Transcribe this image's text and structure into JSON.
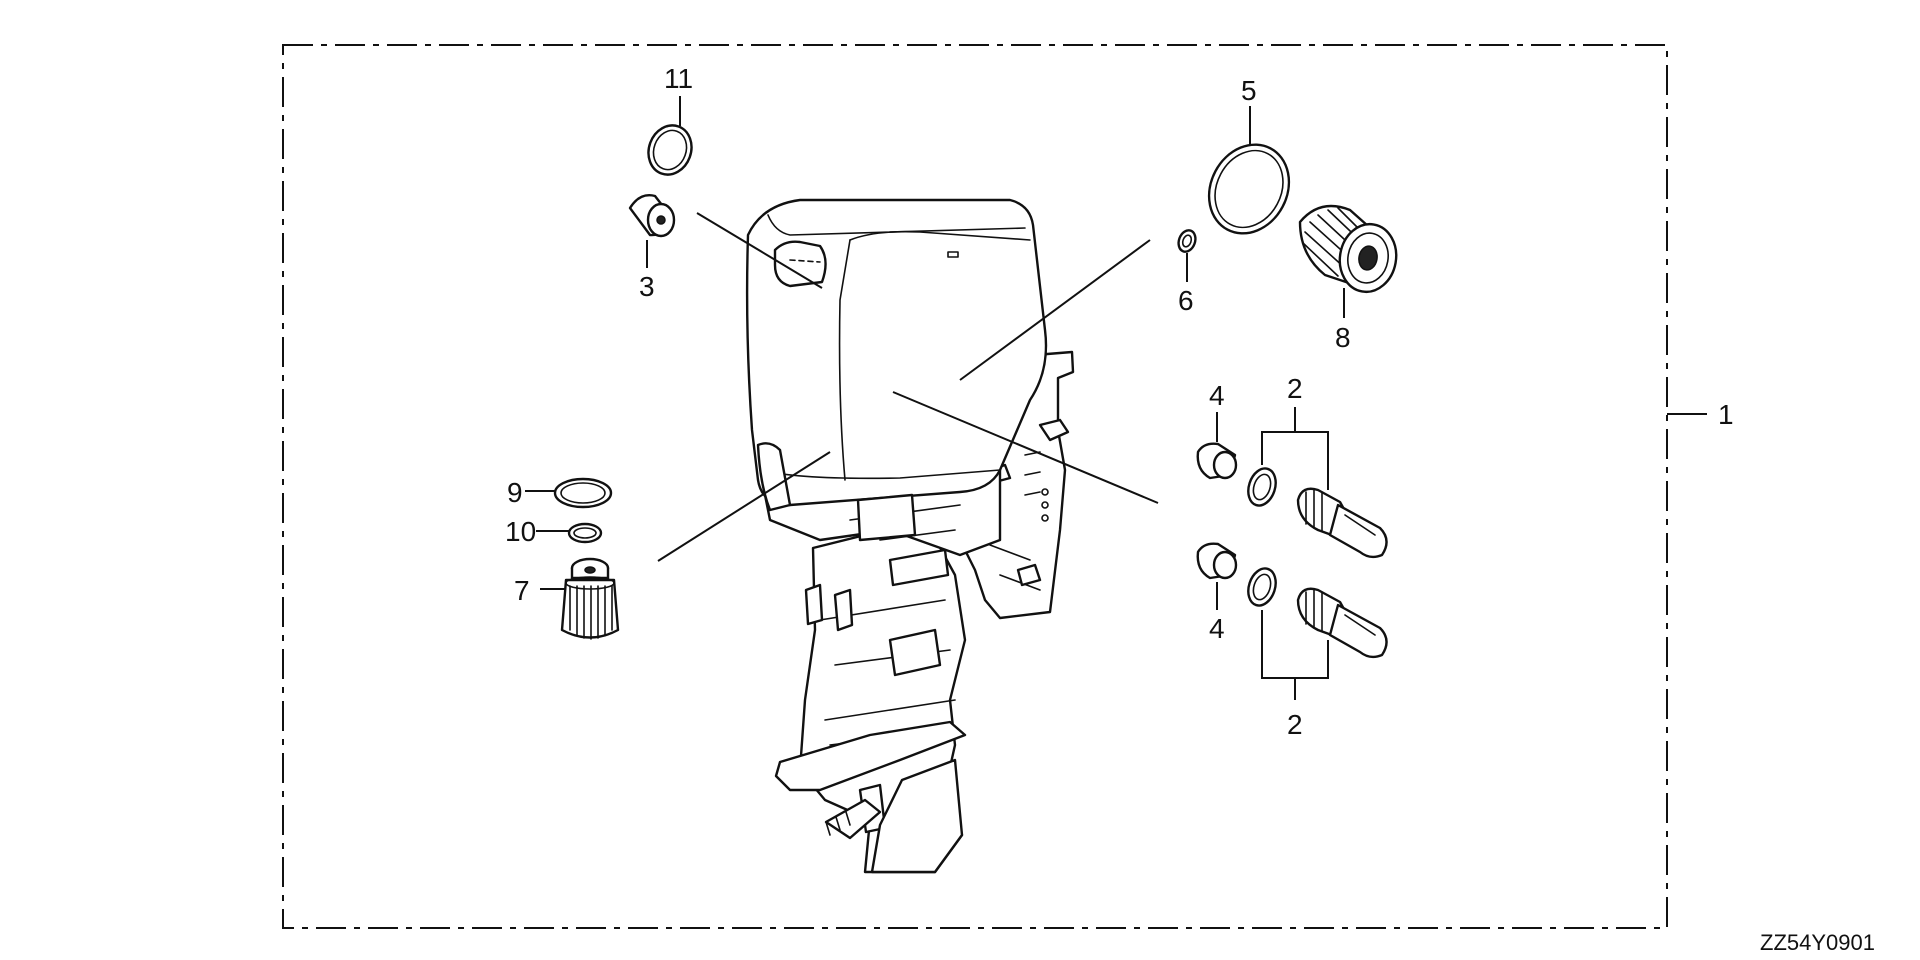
{
  "diagram": {
    "code": "ZZ54Y0901",
    "callouts": [
      {
        "id": "1",
        "text": "1"
      },
      {
        "id": "2a",
        "text": "2"
      },
      {
        "id": "2b",
        "text": "2"
      },
      {
        "id": "3",
        "text": "3"
      },
      {
        "id": "4a",
        "text": "4"
      },
      {
        "id": "4b",
        "text": "4"
      },
      {
        "id": "5",
        "text": "5"
      },
      {
        "id": "6",
        "text": "6"
      },
      {
        "id": "7",
        "text": "7"
      },
      {
        "id": "8",
        "text": "8"
      },
      {
        "id": "9",
        "text": "9"
      },
      {
        "id": "10",
        "text": "10"
      },
      {
        "id": "11",
        "text": "11"
      }
    ]
  }
}
